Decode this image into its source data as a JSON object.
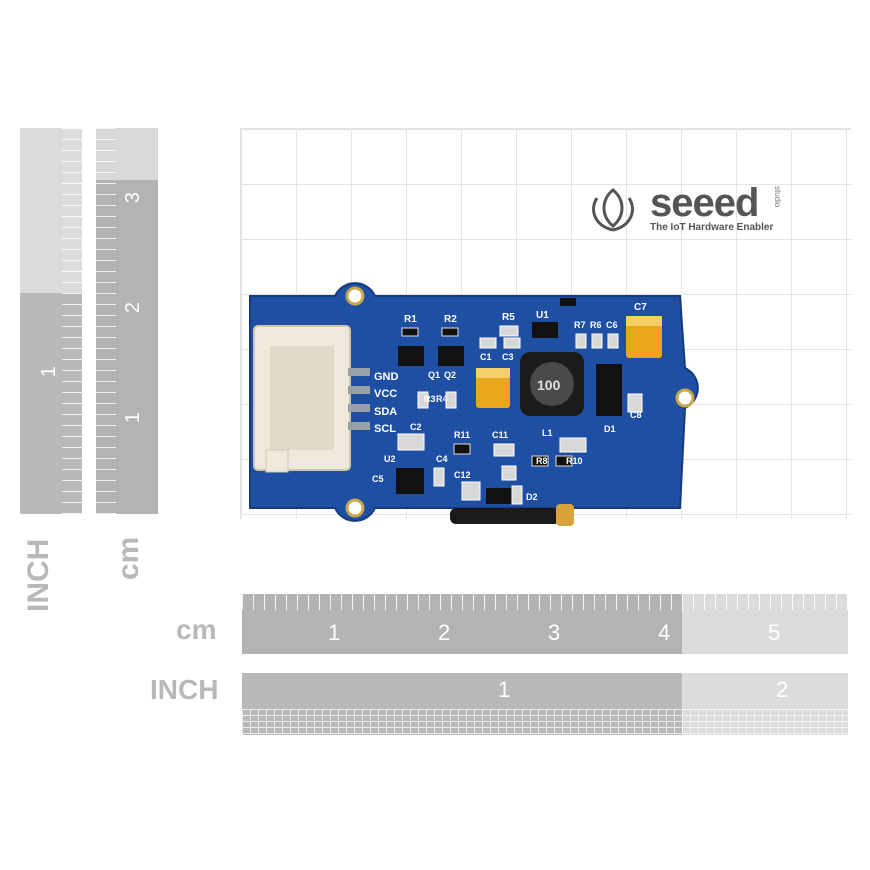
{
  "brand": {
    "name": "seeed",
    "tagline": "The IoT Hardware Enabler",
    "studio": "studio"
  },
  "ruler_vertical_inch": {
    "unit": "INCH",
    "numbers": [
      "1"
    ]
  },
  "ruler_vertical_cm": {
    "unit": "cm",
    "numbers": [
      "3",
      "2",
      "1"
    ]
  },
  "ruler_horizontal_cm": {
    "unit": "cm",
    "numbers": [
      "1",
      "2",
      "3",
      "4",
      "5"
    ]
  },
  "ruler_horizontal_inch": {
    "unit": "INCH",
    "numbers": [
      "1",
      "2"
    ]
  },
  "board": {
    "pins": [
      "GND",
      "VCC",
      "SDA",
      "SCL"
    ],
    "labels": {
      "r1": "R1",
      "r2": "R2",
      "r5": "R5",
      "u1": "U1",
      "r7": "R7",
      "r6": "R6",
      "c6": "C6",
      "c7": "C7",
      "c1": "C1",
      "c3": "C3",
      "q1": "Q1",
      "q2": "Q2",
      "r3": "R3",
      "r4": "R4",
      "c2": "C2",
      "r11": "R11",
      "c11": "C11",
      "l1": "L1",
      "r8": "R8",
      "r10": "R10",
      "u2": "U2",
      "c4": "C4",
      "c5": "C5",
      "c12": "C12",
      "d2": "D2",
      "c8": "C8",
      "d1": "D1"
    },
    "inductor_marking": "100"
  },
  "colors": {
    "pcb": "#1f4fa3",
    "connector": "#efe9dc",
    "tantalum": "#e9a71d"
  }
}
